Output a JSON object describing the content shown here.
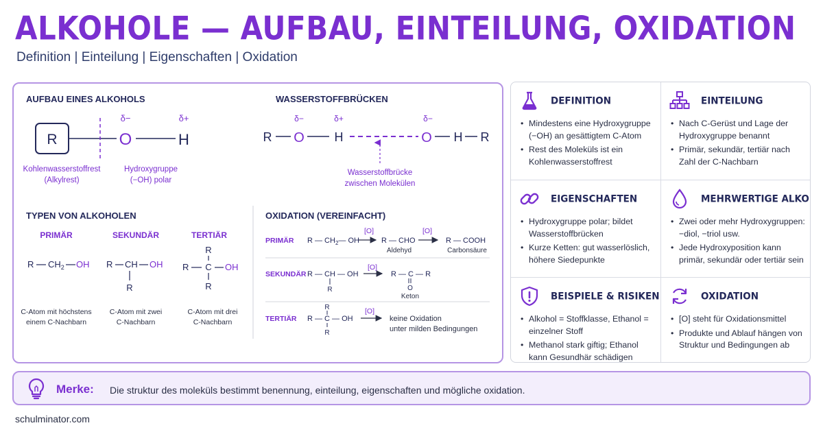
{
  "header": {
    "title": "ALKOHOLE — AUFBAU, EINTEILUNG, OXIDATION",
    "subtitle": "Definition | Einteilung | Eigenschaften | Oxidation"
  },
  "colors": {
    "accent": "#7a2fd0",
    "border": "#b594e4",
    "text": "#2a2f45",
    "heading": "#23285a",
    "merke_bg": "#f3eefc"
  },
  "aufbau": {
    "heading": "AUFBAU EINES ALKOHOLS",
    "r": "R",
    "o": "O",
    "h": "H",
    "delta_minus": "δ−",
    "delta_plus": "δ+",
    "label_rest_1": "Kohlenwasserstoffrest",
    "label_rest_2": "(Alkylrest)",
    "label_oh_1": "Hydroxygruppe",
    "label_oh_2": "(−OH) polar"
  },
  "hbond": {
    "heading": "WASSERSTOFFBRÜCKEN",
    "r1": "R",
    "o1": "O",
    "h1": "H",
    "o2": "O",
    "h2": "H",
    "r2": "R",
    "delta_minus_1": "δ−",
    "delta_plus_1": "δ+",
    "delta_minus_2": "δ−",
    "label_1": "Wasserstoffbrücke",
    "label_2": "zwischen Molekülen"
  },
  "types": {
    "heading": "TYPEN VON ALKOHOLEN",
    "primary": {
      "title": "PRIMÄR",
      "formula_r": "R",
      "formula_ch2": "CH",
      "formula_sub": "2",
      "formula_oh": "OH",
      "desc_1": "C-Atom mit höchstens",
      "desc_2": "einem C-Nachbarn"
    },
    "secondary": {
      "title": "SEKUNDÄR",
      "formula_r": "R",
      "formula_ch": "CH",
      "formula_oh": "OH",
      "formula_r2": "R",
      "desc_1": "C-Atom mit zwei",
      "desc_2": "C-Nachbarn"
    },
    "tertiary": {
      "title": "TERTIÄR",
      "formula_r_top": "R",
      "formula_r": "R",
      "formula_c": "C",
      "formula_oh": "OH",
      "formula_r_bottom": "R",
      "desc_1": "C-Atom mit drei",
      "desc_2": "C-Nachbarn"
    }
  },
  "oxidation": {
    "heading": "OXIDATION (VEREINFACHT)",
    "reagent": "[O]",
    "primary": {
      "label": "PRIMÄR",
      "start": "R — CH",
      "start_sub": "2",
      "start_end": "— OH",
      "mid": "R — CHO",
      "mid_label": "Aldehyd",
      "end": "R — COOH",
      "end_label": "Carbonsäure"
    },
    "secondary": {
      "label": "SEKUNDÄR",
      "start": "R — CH — OH",
      "start_r": "R",
      "product": "R — C — R",
      "product_o": "O",
      "product_label": "Keton"
    },
    "tertiary": {
      "label": "TERTIÄR",
      "start": "R — C — OH",
      "start_r_top": "R",
      "start_r_bottom": "R",
      "result_1": "keine Oxidation",
      "result_2": "unter milden Bedingungen"
    }
  },
  "cards": [
    {
      "title": "DEFINITION",
      "icon": "flask-icon",
      "items": [
        "Mindestens eine Hydroxygruppe (−OH) an gesättigtem C-Atom",
        "Rest des Moleküls ist ein Kohlenwasserstoffrest"
      ]
    },
    {
      "title": "EINTEILUNG",
      "icon": "hierarchy-icon",
      "items": [
        "Nach C-Gerüst und Lage der Hydroxygruppe benannt",
        "Primär, sekundär, tertiär nach Zahl der C-Nachbarn"
      ]
    },
    {
      "title": "EIGENSCHAFTEN",
      "icon": "link-icon",
      "items": [
        "Hydroxygruppe polar; bildet Wasserstoffbrücken",
        "Kurze Ketten: gut wasserlöslich, höhere Siedepunkte"
      ]
    },
    {
      "title": "MEHRWERTIGE ALKOHOLE",
      "icon": "drop-icon",
      "items": [
        "Zwei oder mehr Hydroxygruppen: −diol, −triol usw.",
        "Jede Hydroxyposition kann primär, sekundär oder tertiär sein"
      ]
    },
    {
      "title": "BEISPIELE & RISIKEN",
      "icon": "warning-shield-icon",
      "items": [
        "Alkohol = Stoffklasse, Ethanol = einzelner Stoff",
        "Methanol stark giftig; Ethanol kann Gesundhär schädigen"
      ]
    },
    {
      "title": "OXIDATION",
      "icon": "cycle-arrows-icon",
      "items": [
        "[O] steht für Oxidationsmittel",
        "Produkte und Ablauf hängen von Struktur und Bedingungen ab"
      ]
    }
  ],
  "merke": {
    "icon": "lightbulb-icon",
    "label": "Merke:",
    "text": "Die struktur des moleküls bestimmt benennung, einteilung, eigenschaften und mögliche oxidation."
  },
  "footer": {
    "site": "schulminator.com"
  }
}
